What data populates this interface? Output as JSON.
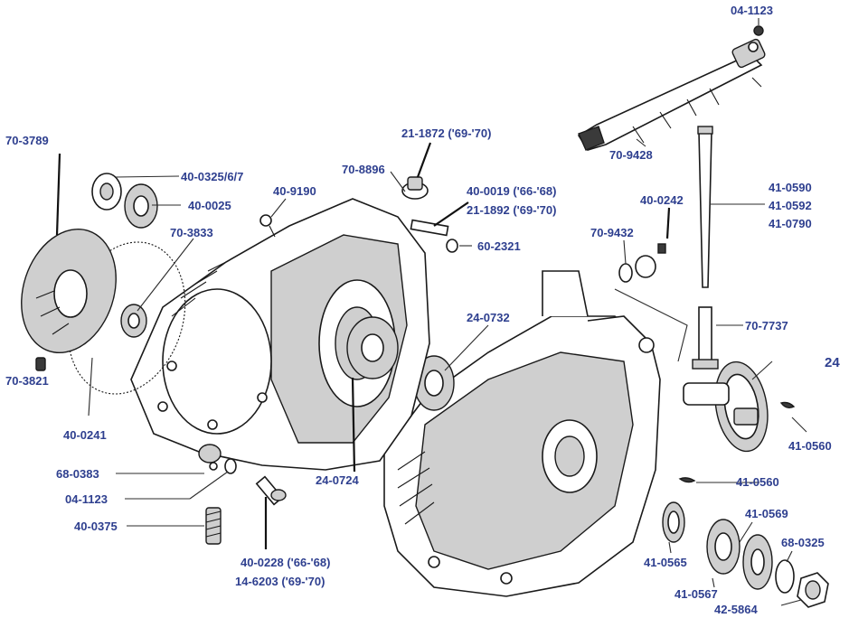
{
  "parts": {
    "p04_1123_top": "04-1123",
    "p70_9428": "70-9428",
    "p70_3789": "70-3789",
    "p21_1872": "21-1872 ('69-'70)",
    "p70_8896": "70-8896",
    "p40_0325": "40-0325/6/7",
    "p40_0025": "40-0025",
    "p40_9190": "40-9190",
    "p40_0019": "40-0019 ('66-'68)",
    "p21_1892": "21-1892 ('69-'70)",
    "p40_0242": "40-0242",
    "p41_0590": "41-0590",
    "p41_0592": "41-0592",
    "p41_0790": "41-0790",
    "p70_3833": "70-3833",
    "p60_2321": "60-2321",
    "p70_9432": "70-9432",
    "p24_0732": "24-0732",
    "p70_7737": "70-7737",
    "p24": "24",
    "p70_3821": "70-3821",
    "p40_0241": "40-0241",
    "p41_0560_right": "41-0560",
    "p68_0383": "68-0383",
    "p24_0724": "24-0724",
    "p41_0560_mid": "41-0560",
    "p04_1123_low": "04-1123",
    "p41_0569": "41-0569",
    "p40_0375": "40-0375",
    "p68_0325": "68-0325",
    "p41_0565": "41-0565",
    "p40_0228": "40-0228 ('66-'68)",
    "p14_6203": "14-6203 ('69-'70)",
    "p41_0567": "41-0567",
    "p42_5864": "42-5864"
  },
  "colors": {
    "label": "#2e3f8f",
    "ink": "#1a1a1a",
    "background": "#ffffff"
  }
}
